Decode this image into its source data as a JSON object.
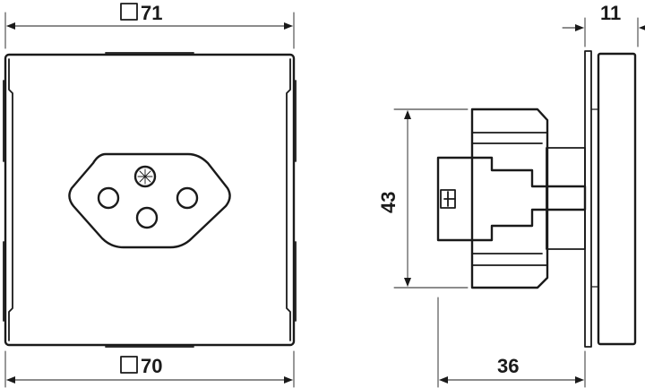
{
  "dimensions": {
    "top_width": "71",
    "bottom_width": "70",
    "depth_frame": "11",
    "height_insert": "43",
    "depth_total": "36",
    "square_symbol": "square"
  }
}
